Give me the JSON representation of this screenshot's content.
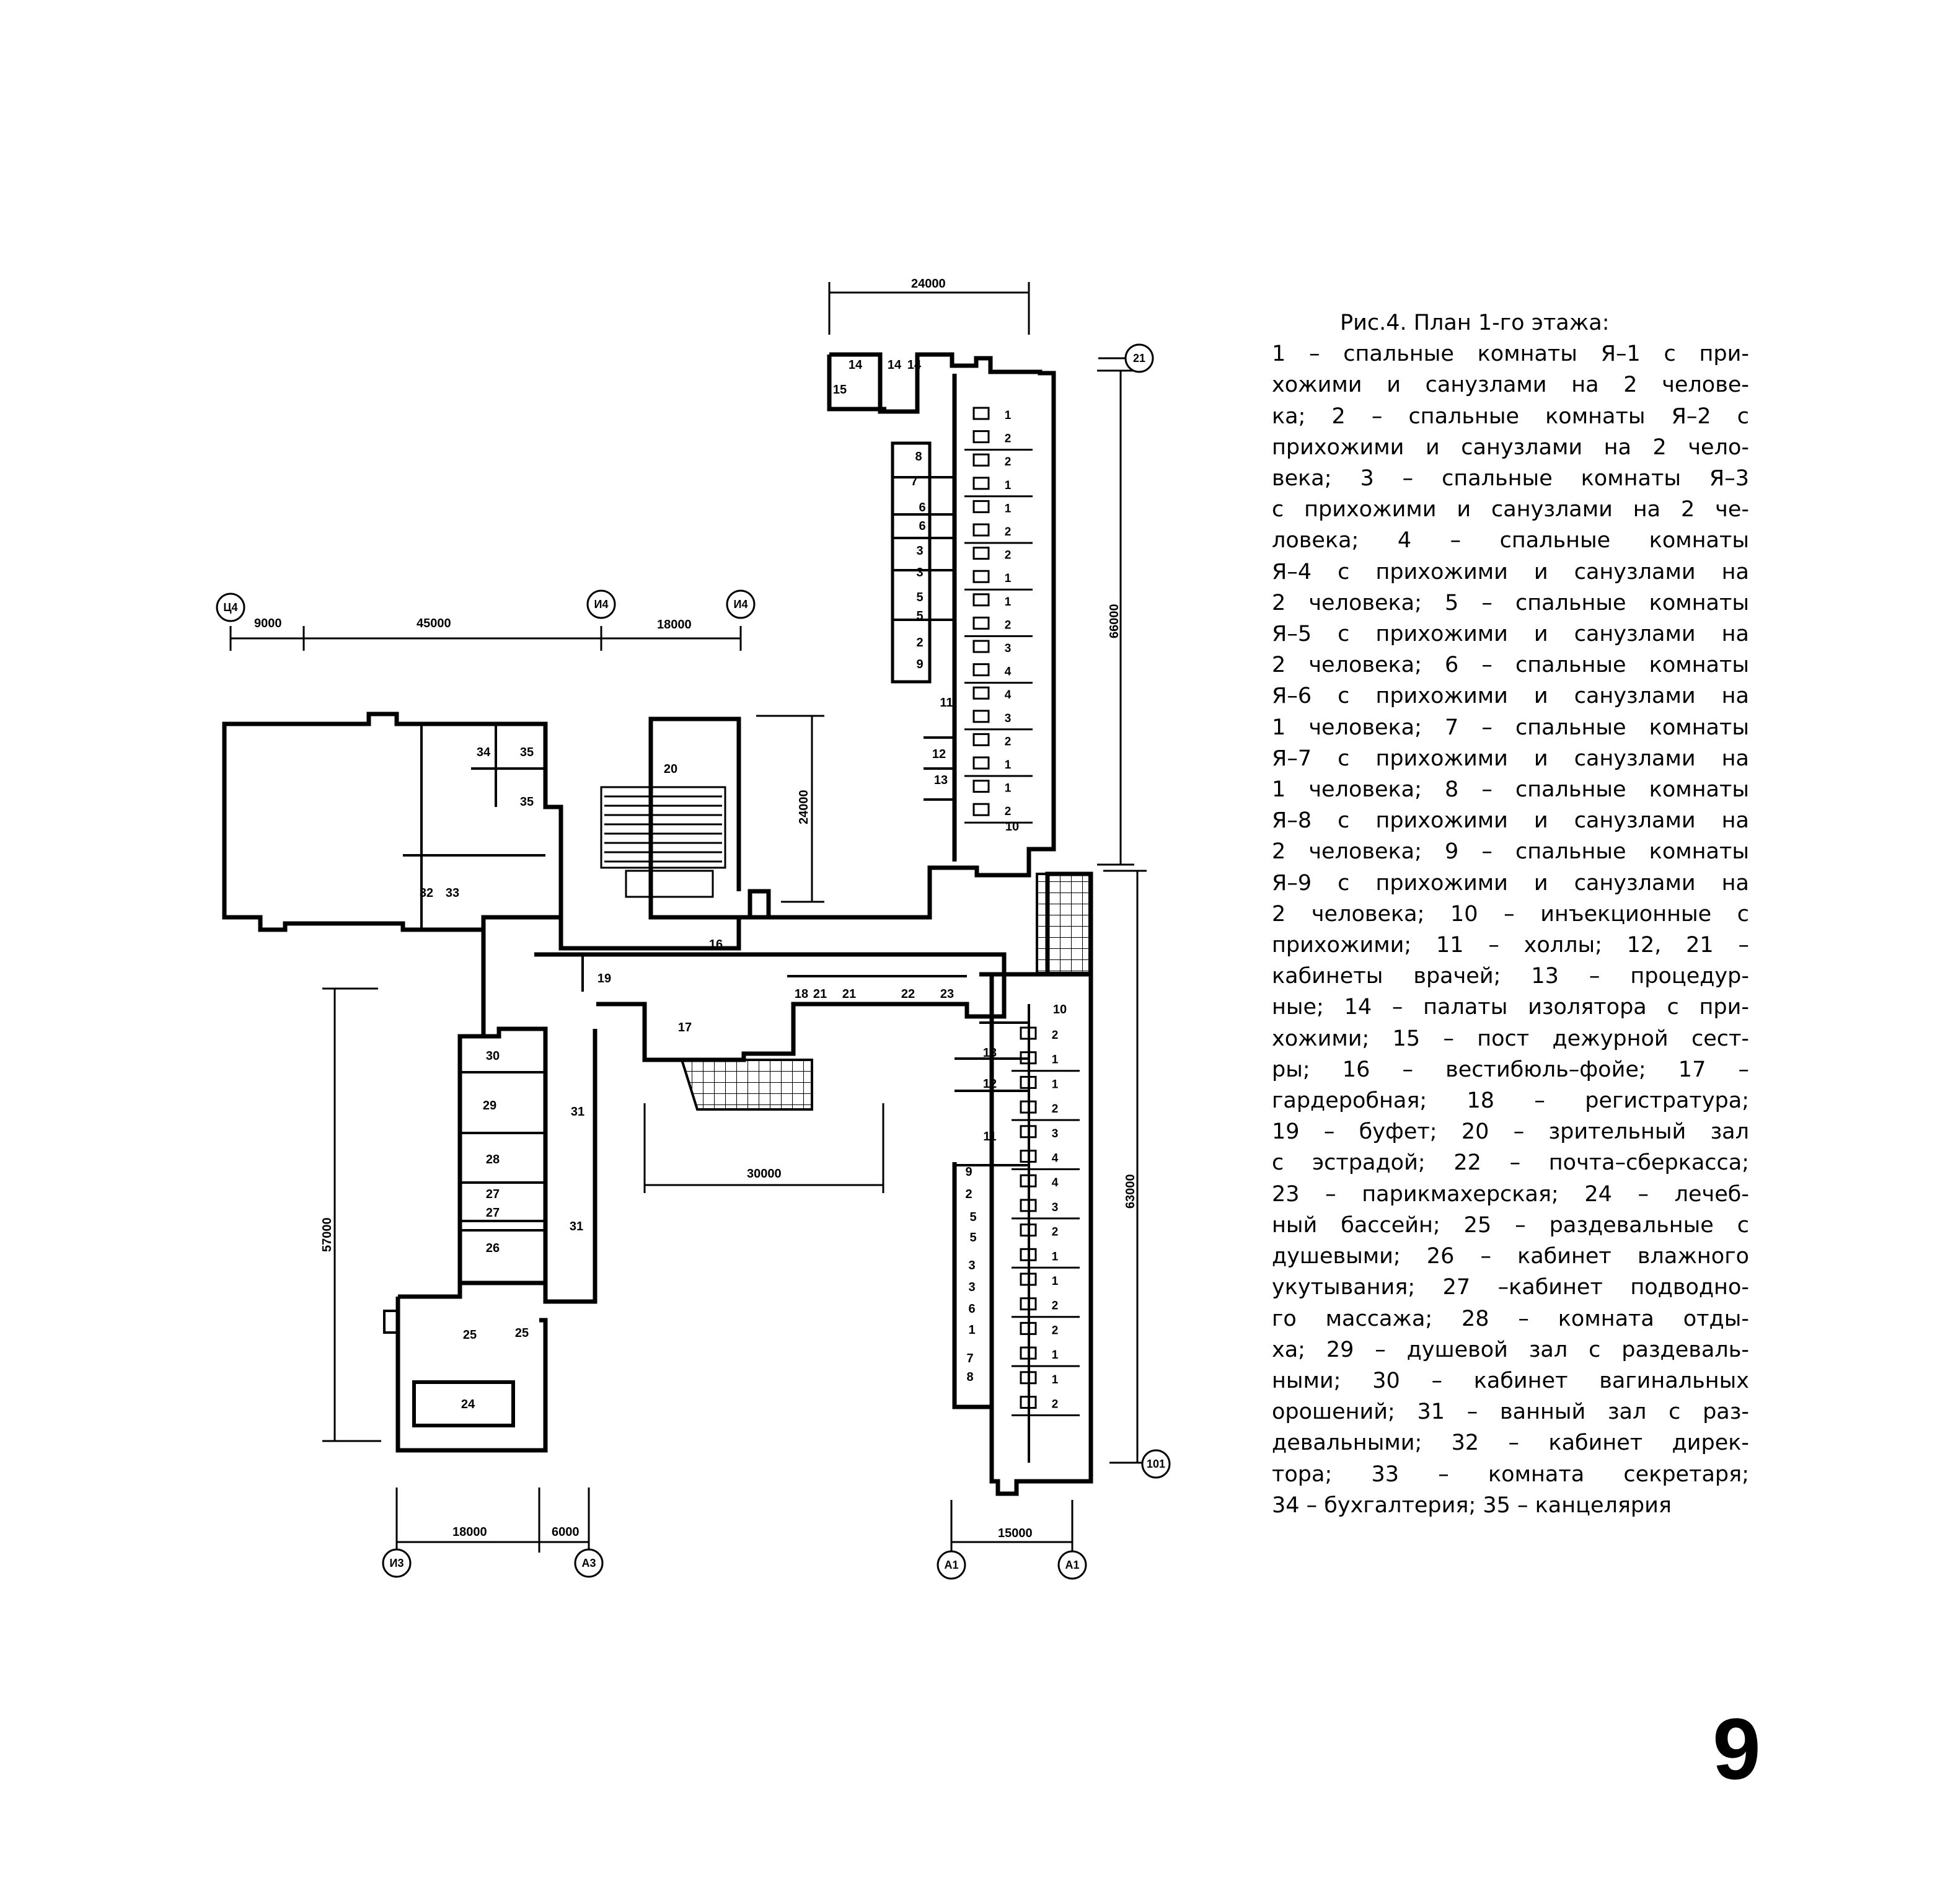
{
  "figure": {
    "dimensions": {
      "top_width": "24000",
      "left_top_1": "9000",
      "left_top_2": "45000",
      "left_top_3": "18000",
      "tower_height": "66000",
      "auditorium_depth": "24000",
      "lobby_width": "30000",
      "left_wing_height": "57000",
      "right_tower_height": "63000",
      "bottom_left_1": "18000",
      "bottom_left_2": "6000",
      "bottom_right": "15000"
    },
    "axes": {
      "top_right": "21",
      "left_1": "Ц4",
      "left_2": "И4",
      "left_3": "И4",
      "bottom_1": "И3",
      "bottom_2": "А3",
      "bottom_3": "А1",
      "bottom_4": "А1",
      "bottom_right": "101"
    },
    "room_labels": {
      "r34": "34",
      "r35a": "35",
      "r35b": "35",
      "r32": "32",
      "r33": "33",
      "r20": "20",
      "r16": "16",
      "r19": "19",
      "r17": "17",
      "r18": "18",
      "r21a": "21",
      "r21b": "21",
      "r22": "22",
      "r23": "23",
      "r30": "30",
      "r29": "29",
      "r28": "28",
      "r27a": "27",
      "r27b": "27",
      "r26": "26",
      "r31a": "31",
      "r31b": "31",
      "r25a": "25",
      "r25b": "25",
      "r24": "24",
      "r14a": "14",
      "r14b": "14",
      "r14c": "14",
      "r15": "15",
      "t_8": "8",
      "t_7": "7",
      "t_6a": "6",
      "t_6b": "6",
      "t_3a": "3",
      "t_3b": "3",
      "t_5a": "5",
      "t_5b": "5",
      "t_2": "2",
      "t_9": "9",
      "t_11": "11",
      "t_12": "12",
      "t_13": "13",
      "t_10": "10",
      "b_10": "10",
      "b_13": "13",
      "b_12": "12",
      "b_11": "11",
      "b_9": "9",
      "b_2": "2",
      "b_5a": "5",
      "b_5b": "5",
      "b_3a": "3",
      "b_3b": "3",
      "b_6": "6",
      "b_1": "1",
      "b_7": "7",
      "b_8": "8"
    },
    "right_column_top": [
      "1",
      "2",
      "2",
      "1",
      "1",
      "2",
      "2",
      "1",
      "1",
      "2",
      "3",
      "4",
      "4",
      "3",
      "2",
      "1",
      "1",
      "2"
    ],
    "right_column_bottom": [
      "2",
      "1",
      "1",
      "2",
      "3",
      "4",
      "4",
      "3",
      "2",
      "1",
      "1",
      "2",
      "2",
      "1",
      "1",
      "2"
    ]
  },
  "caption": {
    "lines": [
      "Рис.4. План 1-го этажа:",
      "1 – спальные комнаты Я–1 с при-",
      "хожими и санузлами на 2 челове-",
      "ка;  2 – спальные комнаты Я–2 с",
      "прихожими и санузлами на 2 чело-",
      "века;  3 – спальные комнаты Я–3",
      "с прихожими и санузлами на 2 че-",
      "ловека;  4 – спальные комнаты",
      "Я–4  с  прихожими  и санузлами на",
      "2 человека;  5 – спальные комнаты",
      "Я–5  с  прихожими  и  санузлами  на",
      "2 человека;  6 – спальные комнаты",
      "Я–6  с  прихожими  и  санузлами  на",
      "1 человека;  7 – спальные комнаты",
      "Я–7  с  прихожими  и  санузлами  на",
      "1 человека;  8 – спальные комнаты",
      "Я–8  с  прихожими  и  санузлами  на",
      "2 человека;  9 – спальные комнаты",
      "Я–9  с  прихожими  и  санузлами  на",
      "2 человека;  10 – инъекционные  с",
      "прихожими;   11 – холлы;  12, 21 –",
      "кабинеты врачей;   13 – процедур-",
      "ные;  14  – палаты изолятора с при-",
      "хожими;  15 – пост дежурной сест-",
      "ры;     16 – вестибюль–фойе;  17 –",
      "гардеробная;    18 – регистратура;",
      "19 – буфет;   20 – зрительный зал",
      "с эстрадой;  22 – почта–сберкасса;",
      "23 – парикмахерская;  24 – лечеб-",
      "ный бассейн;  25 – раздевальные с",
      "душевыми;  26 – кабинет влажного",
      "укутывания;  27 –кабинет подводно-",
      "го   массажа;   28 – комната  отды-",
      "ха;  29 – душевой зал с раздеваль-",
      "ными;   30 – кабинет  вагинальных",
      "орошений;  31 – ванный зал с раз-",
      "девальными;    32 – кабинет  дирек-",
      "тора;     33 – комната    секретаря;",
      "34 – бухгалтерия;  35 – канцелярия"
    ]
  },
  "page_number": "9"
}
